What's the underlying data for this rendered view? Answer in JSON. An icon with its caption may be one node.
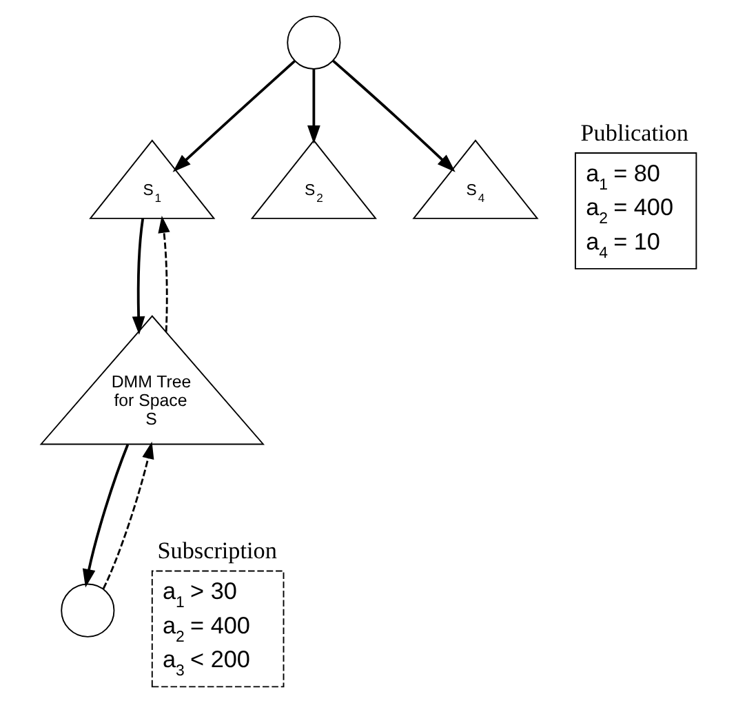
{
  "diagram": {
    "nodes": [
      {
        "text": [],
        "shape": "circle"
      },
      {
        "text": [
          "S$_{1}$"
        ]
      },
      {
        "text": [
          "S$_{2}$"
        ]
      },
      {
        "text": [
          "S$_{4}$"
        ]
      },
      {
        "text": [
          "Publication",
          "a$_{1}$ = 80",
          "a$_{2}$ = 400",
          "a$_{4}$ = 10"
        ]
      },
      {
        "text": [
          "DMM Tree for Space S"
        ]
      },
      {
        "text": [],
        "shape": "circle"
      },
      {
        "text": [
          "Subscription",
          "a$_{1}$ > 30",
          "a$_{2}$ = 400",
          "a$_{3}$ < 200"
        ]
      }
    ],
    "edges": [
      {
        "from": 0,
        "to": 1,
        "arrow": "to"
      },
      {
        "from": 0,
        "to": 2,
        "arrow": "to"
      },
      {
        "from": 0,
        "to": 3,
        "arrow": "to"
      },
      {
        "from": 1,
        "to": 5,
        "arrow": "to"
      },
      {
        "from": 5,
        "to": 1,
        "arrow": "to",
        "style": "dashed"
      },
      {
        "from": 5,
        "to": 6,
        "arrow": "to"
      },
      {
        "from": 6,
        "to": 5,
        "arrow": "to",
        "style": "dashed"
      }
    ]
  }
}
